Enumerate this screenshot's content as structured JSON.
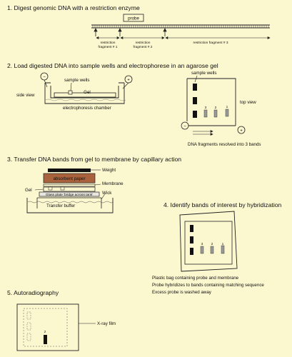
{
  "colors": {
    "background": "#fbf7cf",
    "absorbent_paper": "#a9623c",
    "glass": "#e8e6de",
    "band_dark": "#111111",
    "band_gray": "#9a9a9a",
    "line": "#222222"
  },
  "step1": {
    "title": "1. Digest genomic DNA with a restriction enzyme",
    "probe": "probe",
    "fragment1": {
      "line1": "restriction",
      "line2": "fragment # 1"
    },
    "fragment2": {
      "line1": "restriction",
      "line2": "fragment # 2"
    },
    "fragment3": "restriction fragment # 3"
  },
  "step2": {
    "title": "2. Load digested DNA into sample wells and electrophorese in an agarose gel",
    "side_view": "side view",
    "sample_wells": "sample wells",
    "gel": "Gel",
    "chamber": "electrophoresis chamber",
    "minus": "−",
    "plus": "+",
    "top_sample_wells": "sample wells",
    "top_view": "top view",
    "lane3": "3",
    "lane2": "2",
    "lane1": "1",
    "fragments_caption": "DNA fragments resolved into 3 bands"
  },
  "step3": {
    "title": "3. Transfer DNA bands from gel to membrane by capillary action",
    "weight": "Weight",
    "absorbent_paper": "absorbent paper",
    "membrane": "Membrane",
    "gel": "Gel",
    "glass_plate": "Glass plate 'bridge across tank'",
    "wick": "Wick",
    "transfer_buffer": "Transfer buffer"
  },
  "step4": {
    "title": "4. Identify bands of interest by hybridization",
    "lane3": "3",
    "lane2": "2",
    "lane1": "1",
    "caption1": "Plastic bag containing probe and membrane",
    "caption2": "Probe hybridizes to bands containing matching sequence",
    "caption3": "Excess probe is washed away"
  },
  "step5": {
    "title": "5. Autoradiography",
    "lane2": "2",
    "xray_film": "X-ray film"
  }
}
